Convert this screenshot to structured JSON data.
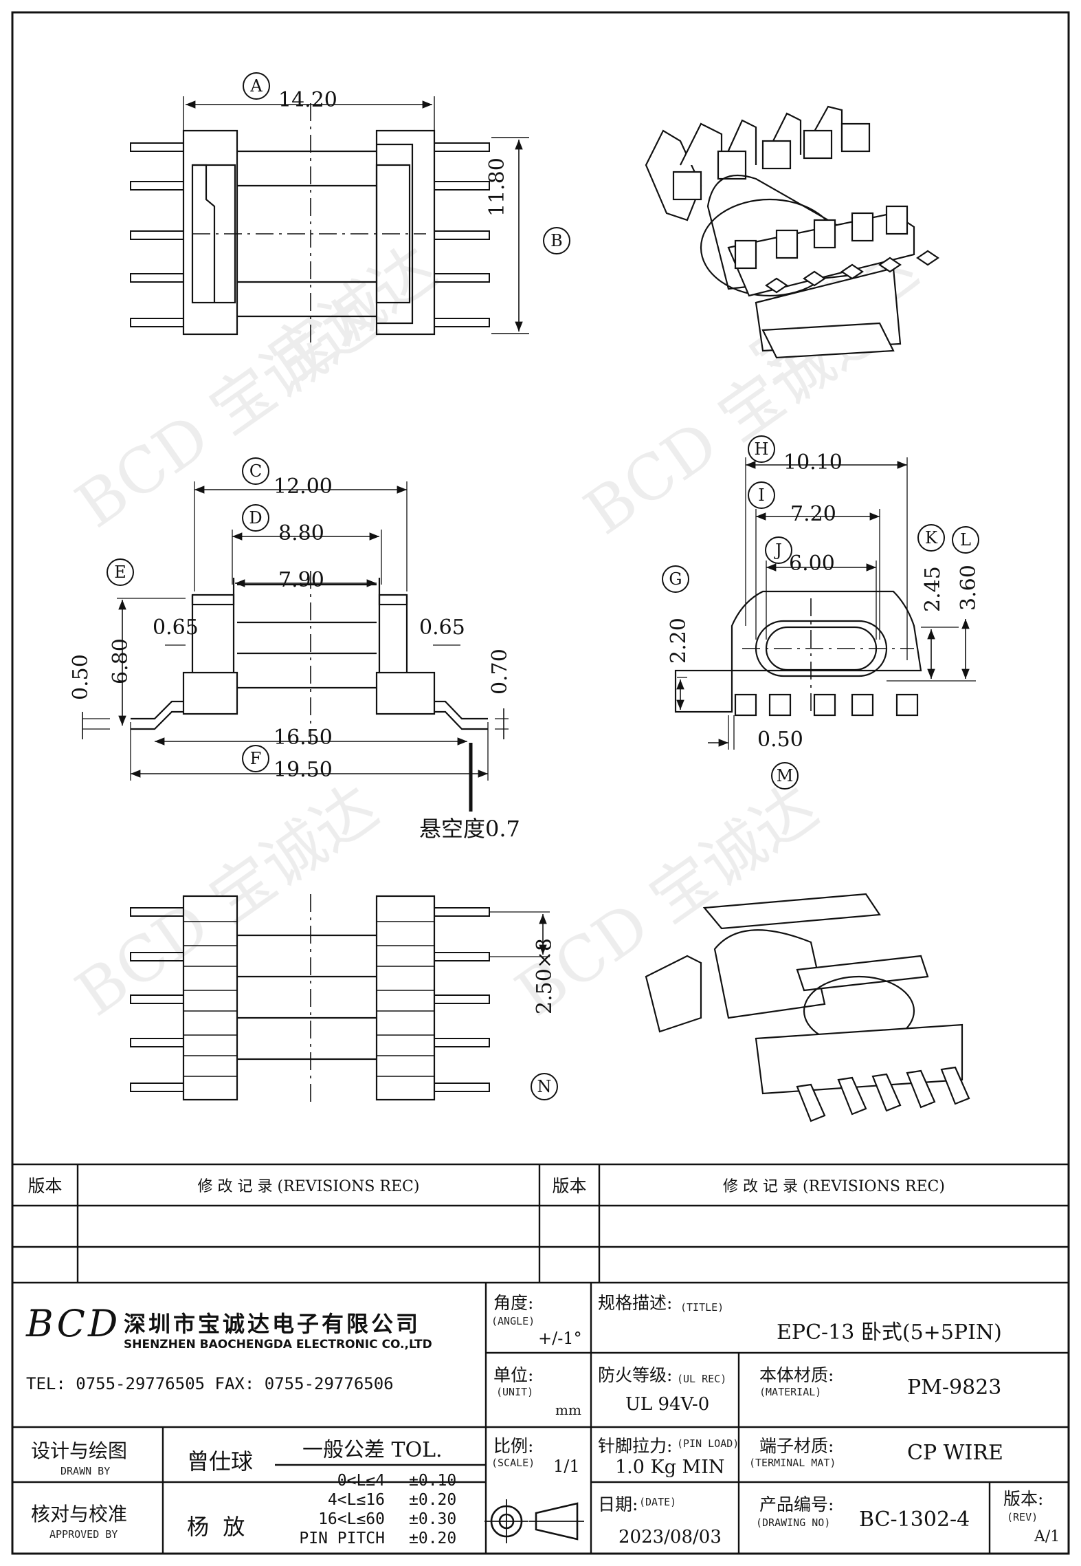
{
  "dims": {
    "A": "A",
    "B": "B",
    "C": "C",
    "D": "D",
    "E": "E",
    "F": "F",
    "G": "G",
    "H": "H",
    "I": "I",
    "J": "J",
    "K": "K",
    "L": "L",
    "M": "M",
    "N": "N",
    "a_val": "14.20",
    "b_val": "11.80",
    "c_val": "12.00",
    "d_val": "8.80",
    "d2_val": "7.90",
    "e_left": "0.65",
    "e_right": "0.65",
    "e_val": "6.80",
    "e2_val": "0.50",
    "e3_val": "0.70",
    "f_val": "19.50",
    "f2_val": "16.50",
    "standoff_label": "悬空度0.7",
    "h_val": "10.10",
    "i_val": "7.20",
    "j_val": "6.00",
    "g_val": "2.20",
    "k_val": "2.45",
    "l_val": "3.60",
    "m_val": "0.50",
    "n_val": "2.50×8"
  },
  "watermark": "BCD 宝诚达",
  "revisions": {
    "col1_header": "版本",
    "col2_header": "修 改 记 录 (REVISIONS REC)",
    "col3_header": "版本",
    "col4_header": "修 改 记 录 (REVISIONS REC)"
  },
  "company": {
    "logo": "BCD",
    "name_cn": "深圳市宝诚达电子有限公司",
    "name_en": "SHENZHEN BAOCHENGDA ELECTRONIC CO.,LTD",
    "contact": "TEL: 0755-29776505  FAX: 0755-29776506"
  },
  "title_block": {
    "angle_label": "角度:",
    "angle_en": "(ANGLE)",
    "angle_val": "+/-1°",
    "title_label": "规格描述:",
    "title_en": "(TITLE)",
    "title_val": "EPC-13 卧式(5+5PIN)",
    "unit_label": "单位:",
    "unit_en": "(UNIT)",
    "unit_val": "mm",
    "ul_label": "防火等级:",
    "ul_en": "(UL REC)",
    "ul_val": "UL 94V-0",
    "mat_label": "本体材质:",
    "mat_en": "(MATERIAL)",
    "mat_val": "PM-9823",
    "drawn_label": "设计与绘图",
    "drawn_en": "DRAWN BY",
    "drawn_val": "曾仕球",
    "tol_header": "一般公差 TOL.",
    "tol_rows": [
      {
        "range": "0<L≤4",
        "tol": "±0.10"
      },
      {
        "range": "4<L≤16",
        "tol": "±0.20"
      },
      {
        "range": "16<L≤60",
        "tol": "±0.30"
      },
      {
        "range": "PIN PITCH",
        "tol": "±0.20"
      }
    ],
    "scale_label": "比例:",
    "scale_en": "(SCALE)",
    "scale_val": "1/1",
    "pin_label": "针脚拉力:",
    "pin_en": "(PIN LOAD)",
    "pin_val": "1.0 Kg MIN",
    "term_label": "端子材质:",
    "term_en": "(TERMINAL MAT)",
    "term_val": "CP WIRE",
    "approved_label": "核对与校准",
    "approved_en": "APPROVED BY",
    "approved_val": "杨  放",
    "date_label": "日期:",
    "date_en": "(DATE)",
    "date_val": "2023/08/03",
    "drawing_label": "产品编号:",
    "drawing_en": "(DRAWING NO)",
    "drawing_val": "BC-1302-4",
    "rev_label": "版本:",
    "rev_en": "(REV)",
    "rev_val": "A/1"
  }
}
